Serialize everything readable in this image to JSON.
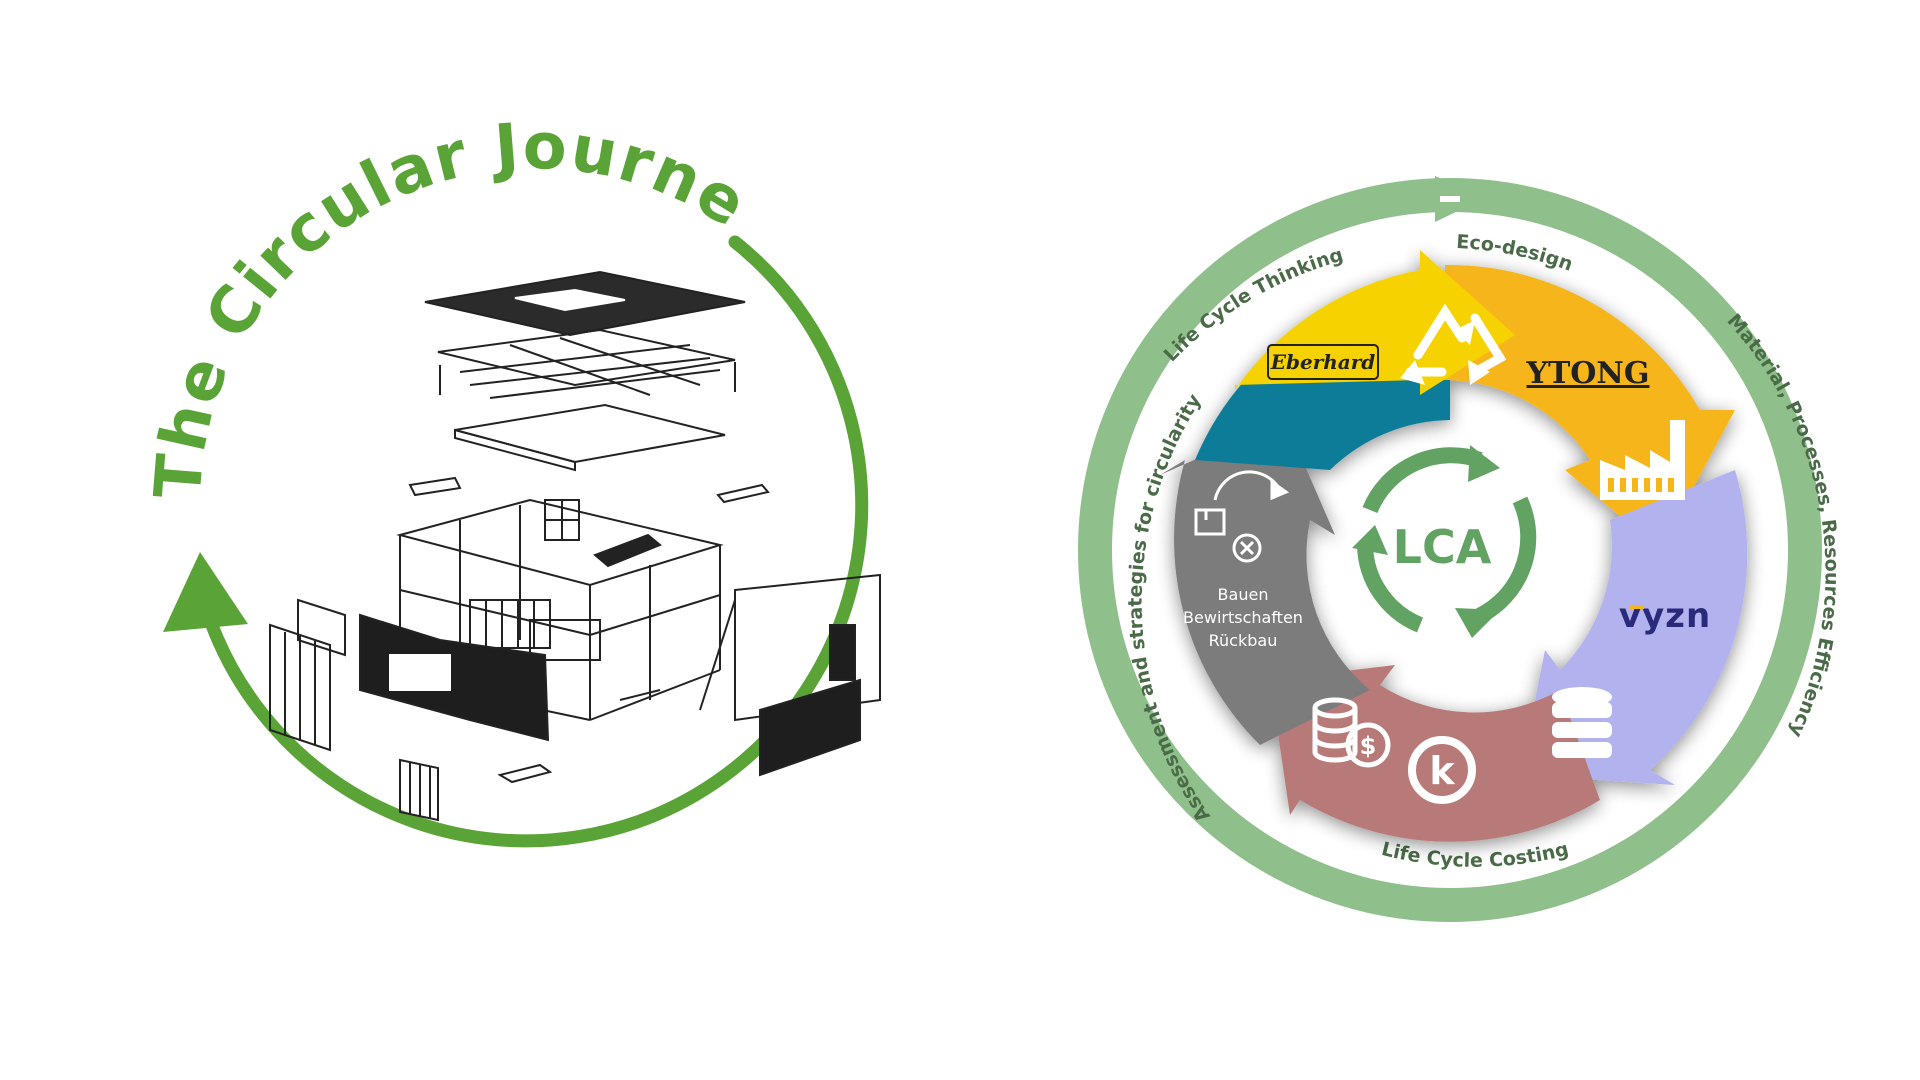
{
  "left_panel": {
    "title": "The Circular Journey",
    "colors": {
      "arrow": "#5aa336",
      "line": "#222222"
    }
  },
  "right_panel": {
    "center_label": "LCA",
    "outer_ring_labels": {
      "top": "Eco-design",
      "top_left": "Life Cycle Thinking",
      "right": "Material, Processes, Resources Efficiency",
      "bottom": "Life Cycle Costing",
      "left": "Assessment and strategies for circularity"
    },
    "segments": {
      "production": {
        "logo_left": "Eberhard",
        "logo_right": "YTONG",
        "icon": "recycle-icon"
      },
      "manufacturing": {
        "icon": "factory-icon"
      },
      "data": {
        "logo": "vyzn",
        "icon": "database-icon"
      },
      "costing": {
        "icon": "coins-dollar-icon",
        "logo_icon": "k-logo"
      },
      "lifecycle": {
        "lines": [
          "Bauen",
          "Bewirtschaften",
          "Rückbau"
        ],
        "icon": "building-cycle-icon"
      }
    },
    "colors": {
      "outer_ring": "#8fbf8a",
      "yellow": "#f6d200",
      "orange": "#f7b51c",
      "lavender": "#b2b2ee",
      "rose": "#b87a78",
      "gray": "#7b7b7b",
      "teal": "#0d7c98",
      "lca_ring": "#62a363",
      "ring_text": "#4a6a48"
    }
  }
}
